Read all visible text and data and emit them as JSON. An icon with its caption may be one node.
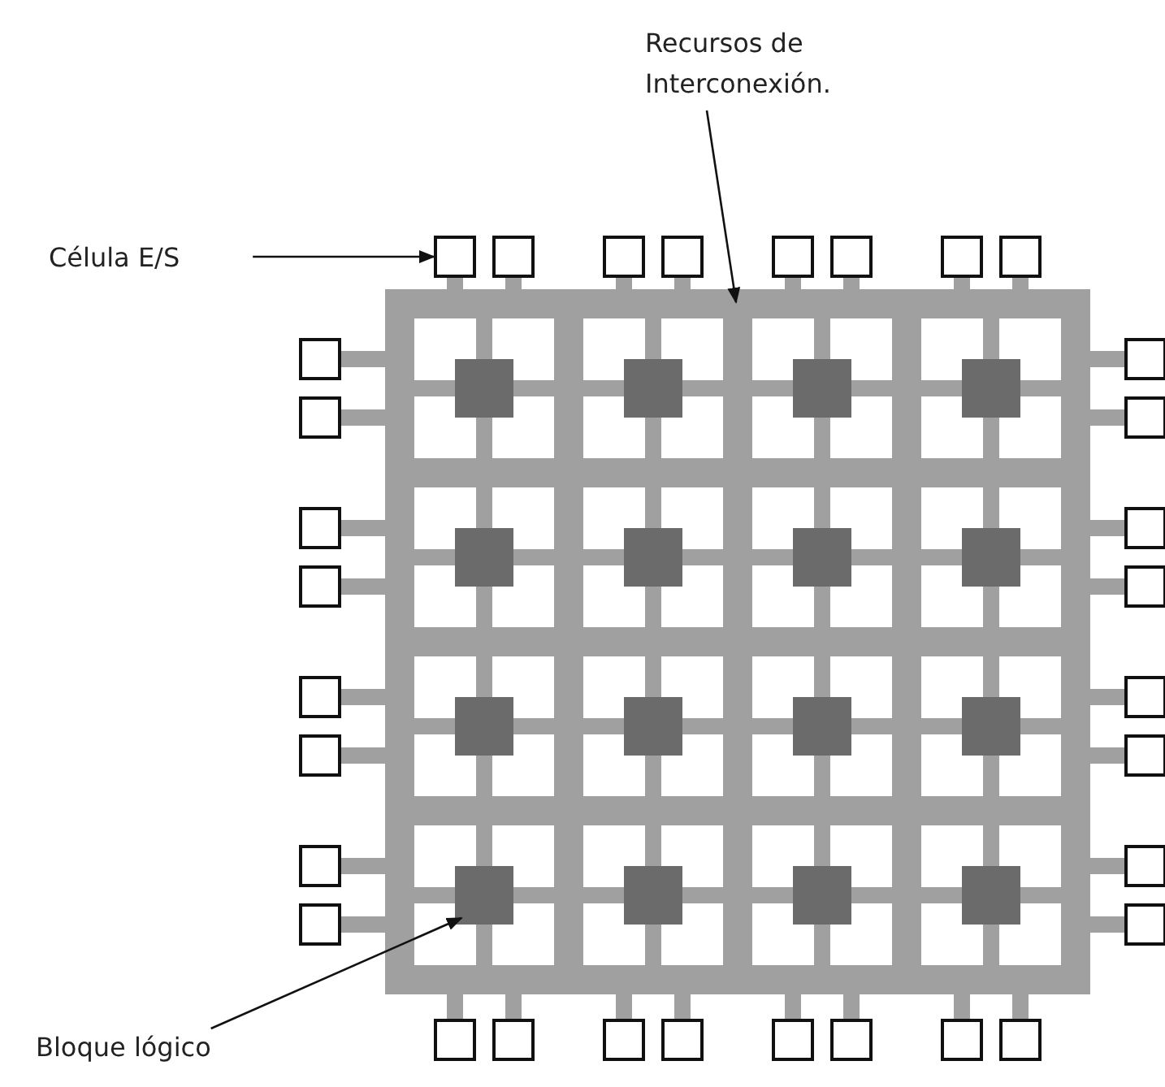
{
  "diagram": {
    "nodes": [
      {
        "text": [
          "Célula E/S"
        ]
      },
      {
        "text": [
          "Recursos de Interconexión."
        ]
      },
      {
        "text": [
          "Bloque lógico"
        ]
      },
      {
        "text": [],
        "shape": "box"
      },
      {
        "text": [],
        "shape": "box"
      },
      {
        "text": [],
        "shape": "box",
        "in": 4
      }
    ],
    "edges": [
      {
        "from": 0,
        "to": 3,
        "arrow": "to"
      },
      {
        "from": 1,
        "to": 4,
        "arrow": "to"
      },
      {
        "from": 2,
        "to": 5,
        "arrow": "to"
      }
    ]
  }
}
